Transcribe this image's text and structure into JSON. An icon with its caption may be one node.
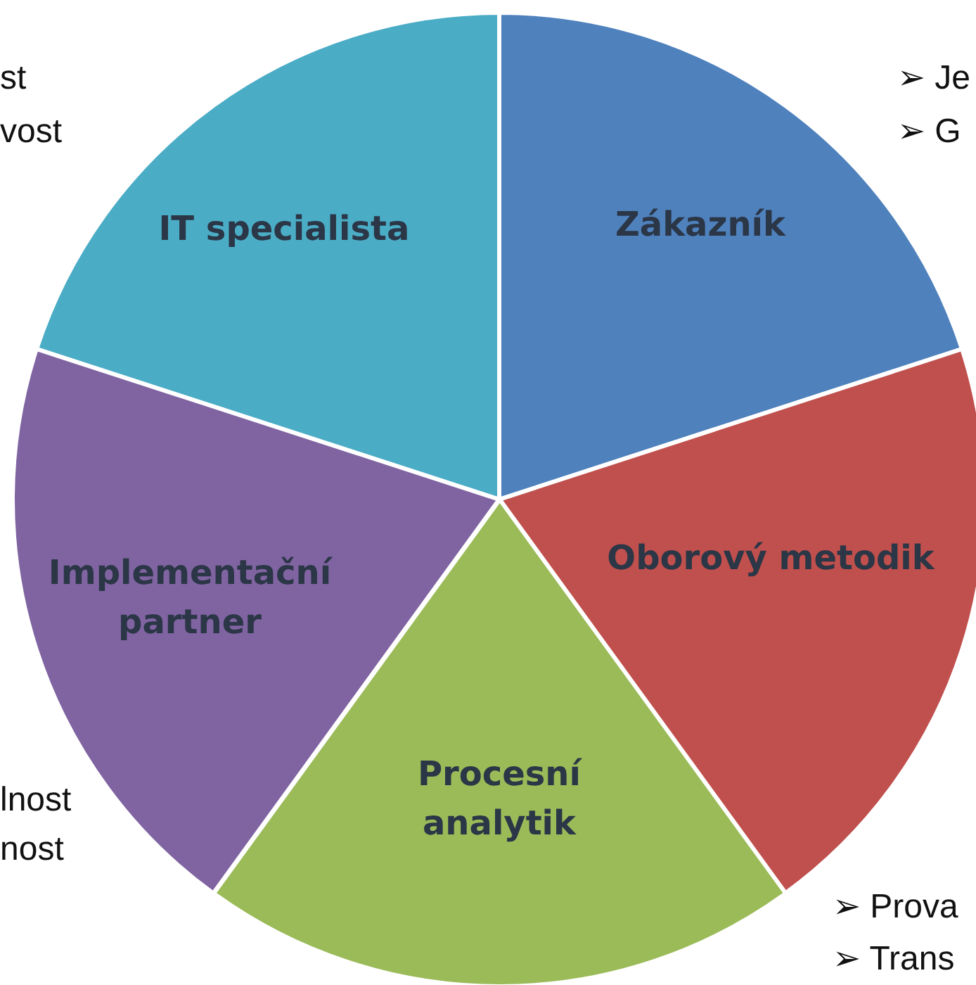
{
  "diagram": {
    "nodes": [
      {
        "text": [
          "IT specialista"
        ]
      },
      {
        "text": [
          "Zákazník"
        ]
      },
      {
        "text": [
          "Implementační partner"
        ]
      },
      {
        "text": [
          "Oborový metodik"
        ]
      },
      {
        "text": [
          "Procesní analytik"
        ]
      }
    ],
    "labels": [
      "st",
      "➢ Je",
      "vost",
      "➢ G",
      "lnost",
      "nost",
      "➢ Prova",
      "➢ Trans"
    ]
  }
}
